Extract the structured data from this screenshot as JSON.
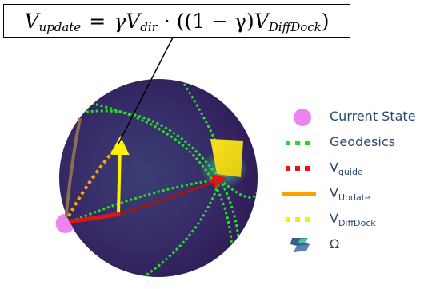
{
  "formula": {
    "lhs_var": "V",
    "lhs_sub": "update",
    "eq": "=",
    "gamma": "γ",
    "dir_var": "V",
    "dir_sub": "dir",
    "dot": "·",
    "mid": "((1 − γ)",
    "dd_var": "V",
    "dd_sub": "DiffDock",
    "close": ")"
  },
  "legend": [
    {
      "key": "current_state",
      "label": "Current State",
      "sub": "",
      "symbol": "dot",
      "color": "#ee82ee"
    },
    {
      "key": "geodesics",
      "label": "Geodesics",
      "sub": "",
      "symbol": "dashes",
      "color": "#22dd22"
    },
    {
      "key": "v_guide",
      "label": "V",
      "sub": "guide",
      "symbol": "dashes",
      "color": "#ee1111"
    },
    {
      "key": "v_update",
      "label": "V",
      "sub": "Update",
      "symbol": "solid",
      "color": "#ffa200"
    },
    {
      "key": "v_diffdock",
      "label": "V",
      "sub": "DiffDock",
      "symbol": "dashes",
      "color": "#f2f200"
    },
    {
      "key": "omega",
      "label": "Ω",
      "sub": "",
      "symbol": "omega",
      "color": "#3b5f8a"
    }
  ],
  "colors": {
    "sphere_dark": "#3a1f5c",
    "sphere_mid": "#363d72",
    "omega_region": "#f0dc1a",
    "brown_path": "#8a6f4a"
  }
}
